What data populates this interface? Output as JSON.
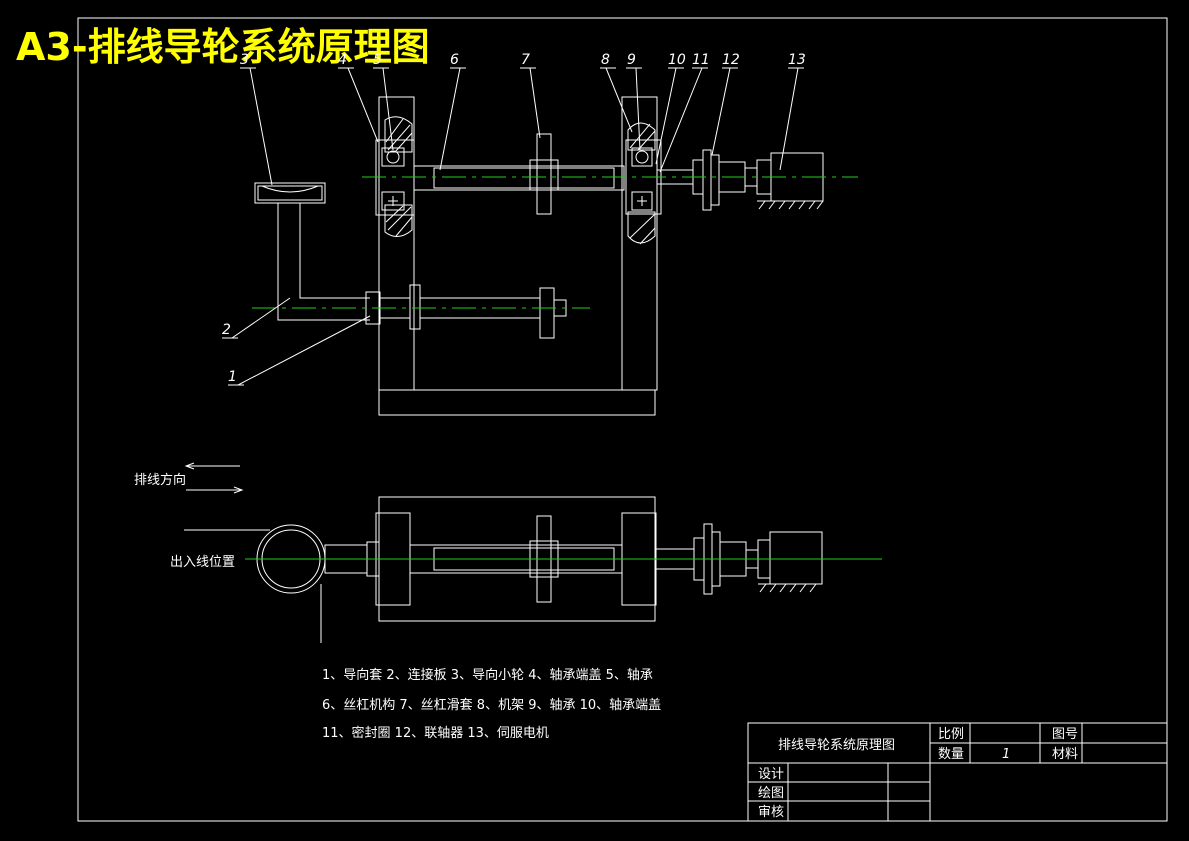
{
  "title": "A3-排线导轮系统原理图",
  "part_numbers": [
    "1",
    "2",
    "3",
    "4",
    "5",
    "6",
    "7",
    "8",
    "9",
    "10",
    "11",
    "12",
    "13"
  ],
  "labels": {
    "direction": "排线方向",
    "in_out": "出入线位置"
  },
  "legend": [
    "1、导向套 2、连接板  3、导向小轮 4、轴承端盖 5、轴承",
    "6、丝杠机构 7、丝杠滑套 8、机架 9、轴承 10、轴承端盖",
    "11、密封圈 12、联轴器 13、伺服电机"
  ],
  "title_block": {
    "drawing_name": "排线导轮系统原理图",
    "scale_label": "比例",
    "drawing_no_label": "图号",
    "quantity_label": "数量",
    "quantity_value": "1",
    "material_label": "材料",
    "design_label": "设计",
    "draw_label": "绘图",
    "review_label": "审核"
  }
}
